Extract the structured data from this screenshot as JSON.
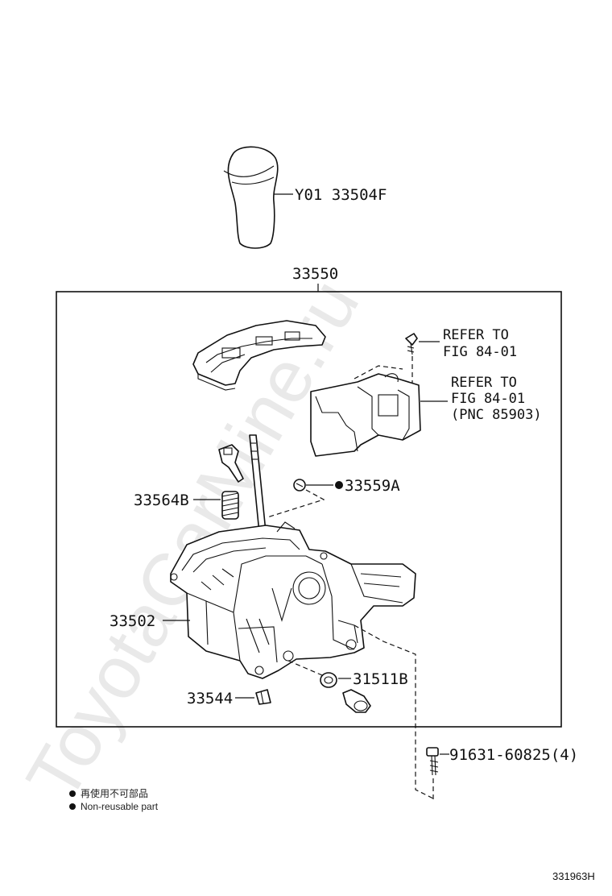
{
  "watermark": "ToyotaCarMine.ru",
  "parts": {
    "knob": "Y01 33504F",
    "assembly": "33550",
    "refer_top_line1": "REFER TO",
    "refer_top_line2": "FIG 84-01",
    "refer_mid_line1": "REFER TO",
    "refer_mid_line2": "FIG 84-01",
    "refer_mid_line3": "(PNC 85903)",
    "clip": "33559A",
    "spring": "33564B",
    "housing": "33502",
    "bushing": "31511B",
    "stopper": "33544",
    "bolt": "91631-60825(4)"
  },
  "legend": {
    "japanese": "再使用不可部品",
    "english": "Non-reusable part"
  },
  "drawing_code": "331963H"
}
